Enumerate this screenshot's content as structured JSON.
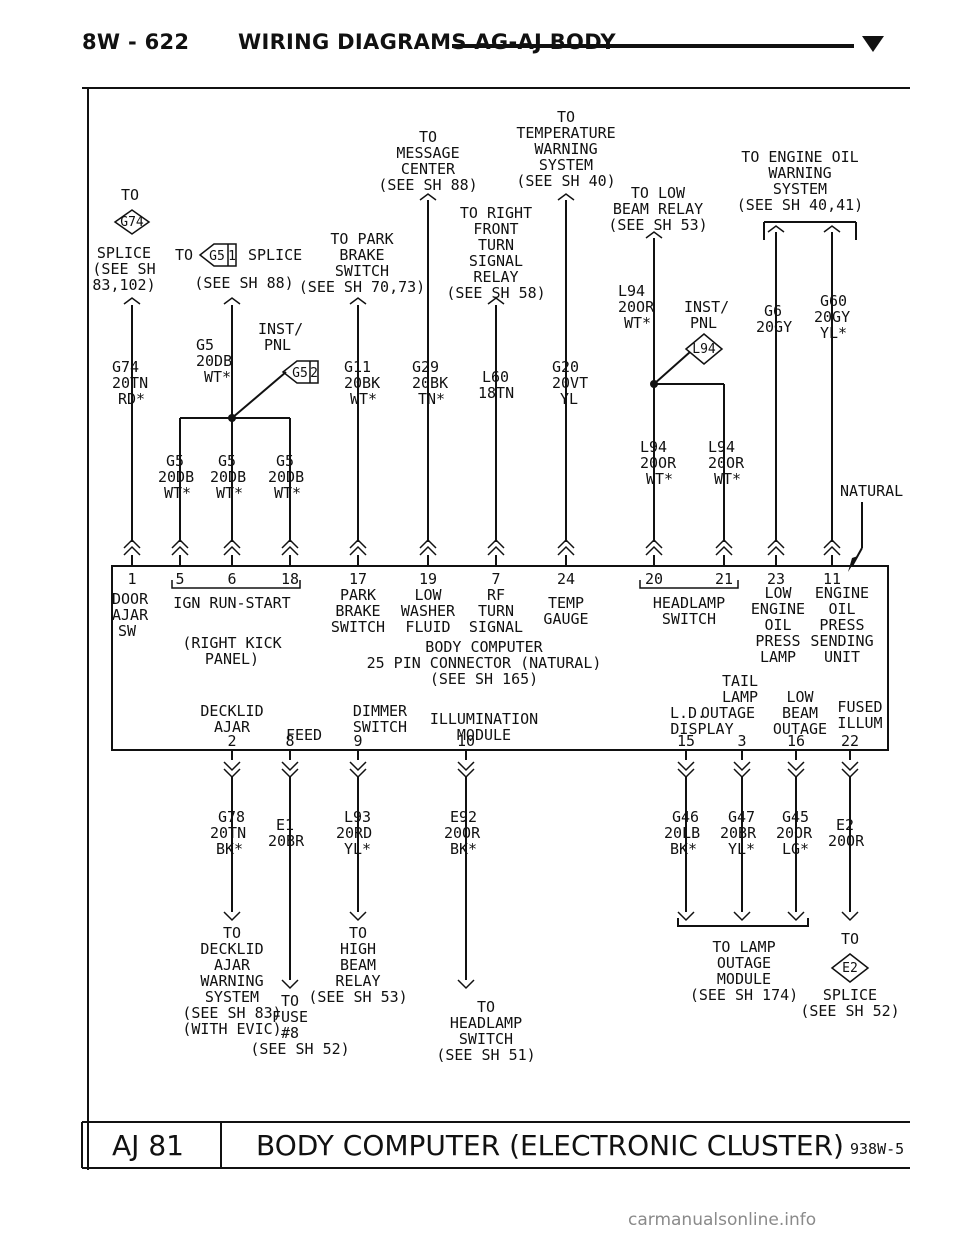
{
  "header": {
    "page_number": "8W - 622",
    "title": "WIRING DIAGRAMS AG-AJ BODY"
  },
  "top_notes": {
    "message_center": [
      "TO",
      "MESSAGE",
      "CENTER",
      "(SEE SH 88)"
    ],
    "temp_warning": [
      "TO",
      "TEMPERATURE",
      "WARNING",
      "SYSTEM",
      "(SEE SH 40)"
    ],
    "engine_oil": [
      "TO ENGINE OIL",
      "WARNING",
      "SYSTEM",
      "(SEE SH 40,41)"
    ],
    "low_beam": [
      "TO LOW",
      "BEAM RELAY",
      "(SEE SH 53)"
    ],
    "right_front_turn": [
      "TO RIGHT",
      "FRONT",
      "TURN",
      "SIGNAL",
      "RELAY",
      "(SEE SH 58)"
    ],
    "park_brake": [
      "TO PARK",
      "BRAKE",
      "SWITCH",
      "(SEE SH 70,73)"
    ],
    "g74_splice": [
      "TO",
      "SPLICE",
      "(SEE SH",
      "83,102)"
    ],
    "g5_splice_to": "TO",
    "g5_splice_word": "SPLICE",
    "g5_splice_ref": "(SEE SH 88)"
  },
  "connectors": {
    "g74": "G74",
    "g5_1": "G5",
    "g5_1_pin": "1",
    "g5_2": "G5",
    "g5_2_pin": "2",
    "l94": "L94",
    "e2": "E2"
  },
  "wires_top": {
    "g74": [
      "G74",
      "20TN",
      "RD*"
    ],
    "g5_top": [
      "G5",
      "20DB",
      "WT*"
    ],
    "g5_a": [
      "G5",
      "20DB",
      "WT*"
    ],
    "g5_b": [
      "G5",
      "20DB",
      "WT*"
    ],
    "g5_c": [
      "G5",
      "20DB",
      "WT*"
    ],
    "inst_pnl_left": [
      "INST/",
      "PNL"
    ],
    "g11": [
      "G11",
      "20BK",
      "WT*"
    ],
    "g29": [
      "G29",
      "20BK",
      "TN*"
    ],
    "l60": [
      "L60",
      "18TN"
    ],
    "g20": [
      "G20",
      "20VT",
      "YL"
    ],
    "l94_top": [
      "L94",
      "20OR",
      "WT*"
    ],
    "inst_pnl_right": [
      "INST/",
      "PNL"
    ],
    "l94_a": [
      "L94",
      "20OR",
      "WT*"
    ],
    "l94_b": [
      "L94",
      "20OR",
      "WT*"
    ],
    "g6": [
      "G6",
      "20GY"
    ],
    "g60": [
      "G60",
      "20GY",
      "YL*"
    ],
    "natural": "NATURAL"
  },
  "module": {
    "pins_top": [
      "1",
      "5",
      "6",
      "18",
      "17",
      "19",
      "7",
      "24",
      "20",
      "21",
      "23",
      "11"
    ],
    "pins_bottom": [
      "2",
      "8",
      "9",
      "10",
      "15",
      "3",
      "16",
      "22"
    ],
    "door_ajar": [
      "DOOR",
      "AJAR",
      "SW"
    ],
    "ign": "IGN RUN-START",
    "right_kick": [
      "(RIGHT KICK",
      "PANEL)"
    ],
    "park_brake_sw": [
      "PARK",
      "BRAKE",
      "SWITCH"
    ],
    "low_washer": [
      "LOW",
      "WASHER",
      "FLUID"
    ],
    "rf_turn": [
      "RF",
      "TURN",
      "SIGNAL"
    ],
    "temp_gauge": [
      "TEMP",
      "GAUGE"
    ],
    "headlamp_sw": [
      "HEADLAMP",
      "SWITCH"
    ],
    "low_engine_oil": [
      "LOW",
      "ENGINE",
      "OIL",
      "PRESS",
      "LAMP"
    ],
    "engine_oil_sending": [
      "ENGINE",
      "OIL",
      "PRESS",
      "SENDING",
      "UNIT"
    ],
    "body_computer": [
      "BODY COMPUTER",
      "25 PIN CONNECTOR (NATURAL)",
      "(SEE SH 165)"
    ],
    "tail_lamp": [
      "TAIL",
      "LAMP",
      "OUTAGE"
    ],
    "ld_display": "L.D.",
    "display": "DISPLAY",
    "low_beam_outage": [
      "LOW",
      "BEAM",
      "OUTAGE"
    ],
    "fused_illum": [
      "FUSED",
      "ILLUM"
    ],
    "decklid_ajar": [
      "DECKLID",
      "AJAR"
    ],
    "feed": "FEED",
    "dimmer_sw": [
      "DIMMER",
      "SWITCH"
    ],
    "illumination": [
      "ILLUMINATION",
      "MODULE"
    ]
  },
  "wires_bottom": {
    "g78": [
      "G78",
      "20TN",
      "BK*"
    ],
    "e1": [
      "E1",
      "20BR"
    ],
    "l93": [
      "L93",
      "20RD",
      "YL*"
    ],
    "e92": [
      "E92",
      "20OR",
      "BK*"
    ],
    "g46": [
      "G46",
      "20LB",
      "BK*"
    ],
    "g47": [
      "G47",
      "20BR",
      "YL*"
    ],
    "g45": [
      "G45",
      "20OR",
      "LG*"
    ],
    "e2": [
      "E2",
      "20OR"
    ]
  },
  "bottom_notes": {
    "decklid": [
      "TO",
      "DECKLID",
      "AJAR",
      "WARNING",
      "SYSTEM",
      "(SEE SH 83)",
      "(WITH EVIC)"
    ],
    "fuse": [
      "TO",
      "FUSE",
      "#8",
      "(SEE SH 52)"
    ],
    "high_beam": [
      "TO",
      "HIGH",
      "BEAM",
      "RELAY",
      "(SEE SH 53)"
    ],
    "headlamp_sw": [
      "TO",
      "HEADLAMP",
      "SWITCH",
      "(SEE SH 51)"
    ],
    "lamp_outage": [
      "TO LAMP",
      "OUTAGE",
      "MODULE",
      "(SEE SH 174)"
    ],
    "e2_splice": [
      "TO",
      "SPLICE",
      "(SEE SH 52)"
    ]
  },
  "footer": {
    "sheet": "AJ 81",
    "title": "BODY COMPUTER (ELECTRONIC CLUSTER)",
    "code": "938W-5"
  },
  "watermark": "carmanualsonline.info"
}
